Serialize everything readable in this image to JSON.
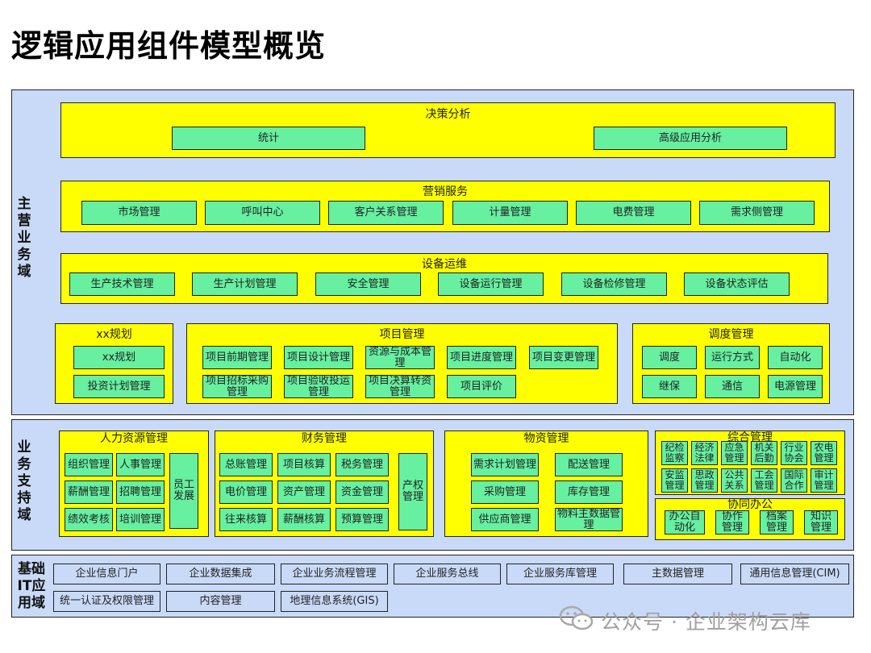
{
  "title": "逻辑应用组件模型概览",
  "domains": {
    "main": "主营业务域",
    "support": "业务支持域",
    "base": "基础IT应用域"
  },
  "main": {
    "decision": {
      "title": "决策分析",
      "items": [
        "统计",
        "高级应用分析"
      ]
    },
    "marketing": {
      "title": "营销服务",
      "items": [
        "市场管理",
        "呼叫中心",
        "客户关系管理",
        "计量管理",
        "电费管理",
        "需求侧管理"
      ]
    },
    "equipment": {
      "title": "设备运维",
      "items": [
        "生产技术管理",
        "生产计划管理",
        "安全管理",
        "设备运行管理",
        "设备检修管理",
        "设备状态评估"
      ]
    },
    "planning": {
      "title": "xx规划",
      "items": [
        "xx规划",
        "投资计划管理"
      ]
    },
    "project": {
      "title": "项目管理",
      "items": [
        "项目前期管理",
        "项目设计管理",
        "资源与成本管理",
        "项目进度管理",
        "项目变更管理",
        "项目招标采购管理",
        "项目验收投运管理",
        "项目决算转资管理",
        "项目评价"
      ]
    },
    "dispatch": {
      "title": "调度管理",
      "items": [
        "调度",
        "运行方式",
        "自动化",
        "继保",
        "通信",
        "电源管理"
      ]
    }
  },
  "support": {
    "hr": {
      "title": "人力资源管理",
      "items": [
        "组织管理",
        "人事管理",
        "薪酬管理",
        "招聘管理",
        "绩效考核",
        "培训管理",
        "员工发展"
      ]
    },
    "finance": {
      "title": "财务管理",
      "items": [
        "总账管理",
        "项目核算",
        "税务管理",
        "电价管理",
        "资产管理",
        "资金管理",
        "往来核算",
        "薪酬核算",
        "预算管理",
        "产权管理"
      ]
    },
    "material": {
      "title": "物资管理",
      "items": [
        "需求计划管理",
        "配送管理",
        "采购管理",
        "库存管理",
        "供应商管理",
        "物料主数据管理"
      ]
    },
    "general": {
      "title": "综合管理",
      "items": [
        "纪检监察",
        "经济法律",
        "应急管理",
        "机关后勤",
        "行业协会",
        "农电管理",
        "安监管理",
        "思政管理",
        "公共关系",
        "工会管理",
        "国际合作",
        "审计管理"
      ]
    },
    "office": {
      "title": "协同办公",
      "items": [
        "办公自动化",
        "协作管理",
        "档案管理",
        "知识管理"
      ]
    }
  },
  "base": {
    "items": [
      "企业信息门户",
      "企业数据集成",
      "企业业务流程管理",
      "企业服务总线",
      "企业服务库管理",
      "主数据管理",
      "通用信息管理(CIM)",
      "统一认证及权限管理",
      "内容管理",
      "地理信息系统(GIS)"
    ]
  },
  "watermark": "公众号 · 企业架构云库",
  "colors": {
    "domain_bg": "#c9daf8",
    "group_bg": "#ffff00",
    "item_bg": "#66f0a0"
  }
}
